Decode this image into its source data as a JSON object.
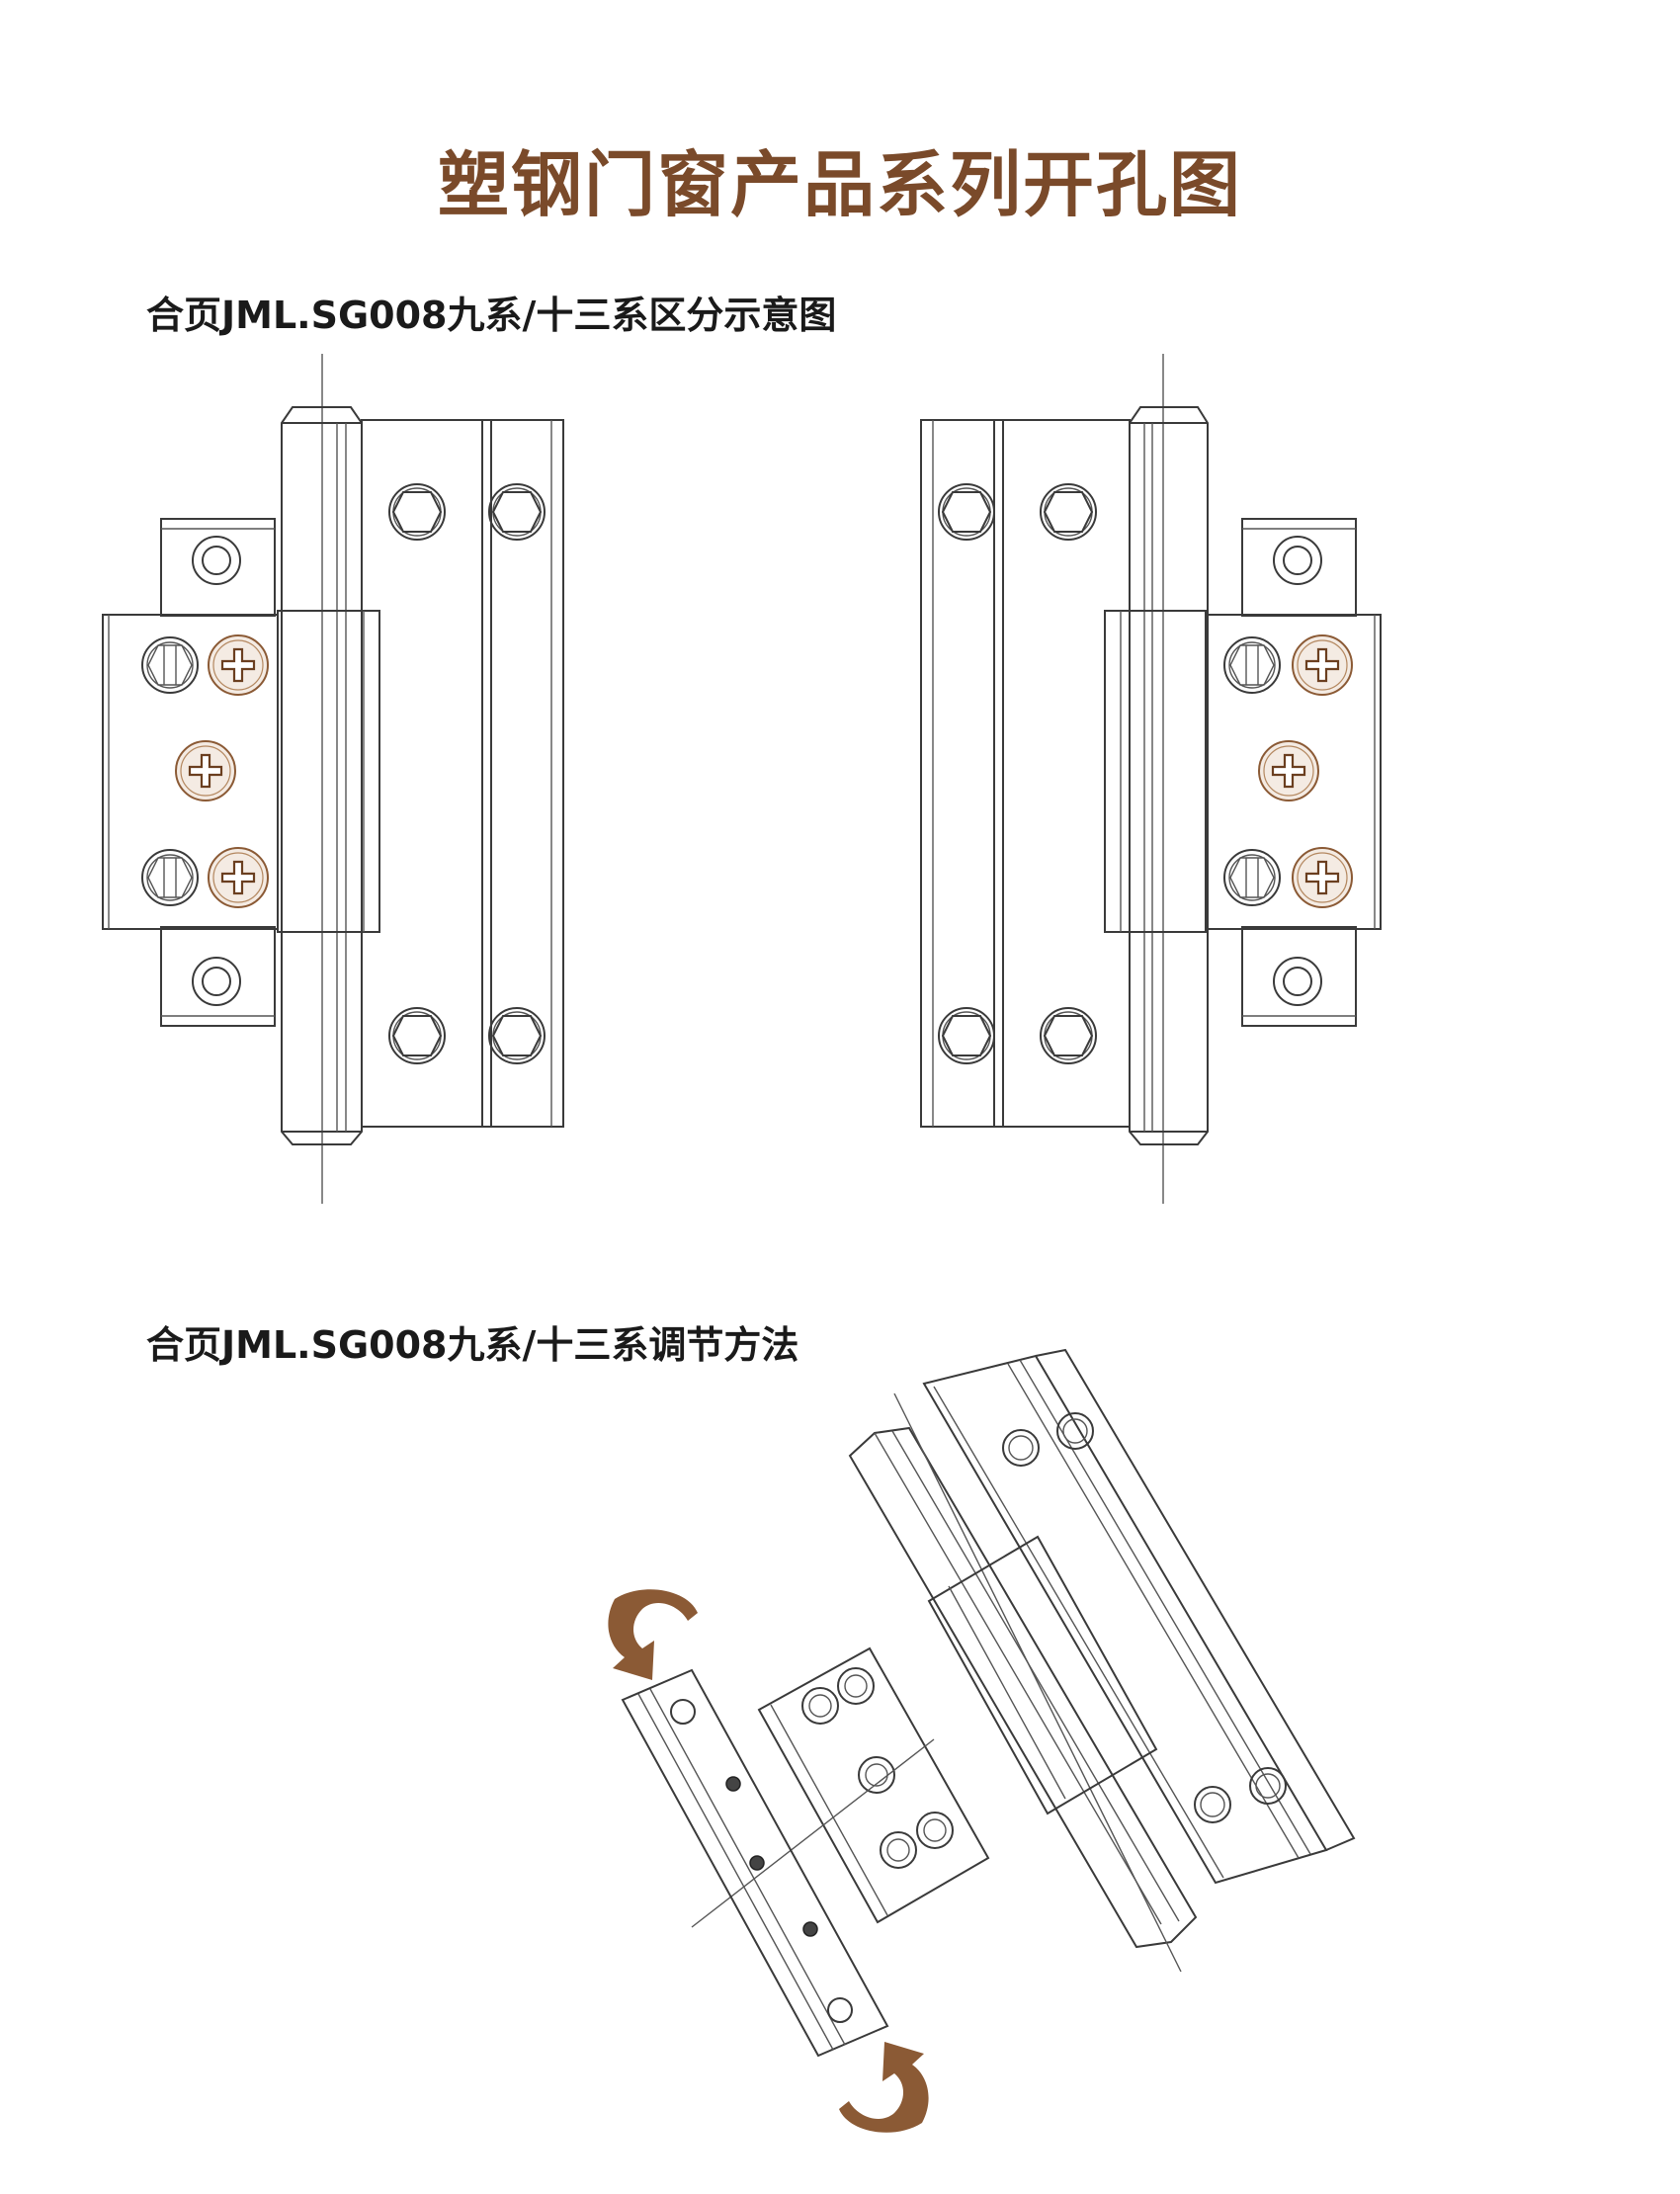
{
  "page": {
    "title": "塑钢门窗产品系列开孔图",
    "title_color": "#7a4a2a",
    "accent_color": "#8b5a35"
  },
  "sections": [
    {
      "heading": "合页JML.SG008九系/十三系区分示意图",
      "figure": "two-hinge-elevations-mirrored"
    },
    {
      "heading": "合页JML.SG008九系/十三系调节方法",
      "figure": "hinge-isometric-with-rotation-arrows"
    }
  ],
  "icons": [
    "phillips-screw-icon",
    "hex-socket-screw-icon",
    "round-hole-icon",
    "rotate-arrow-icon"
  ]
}
